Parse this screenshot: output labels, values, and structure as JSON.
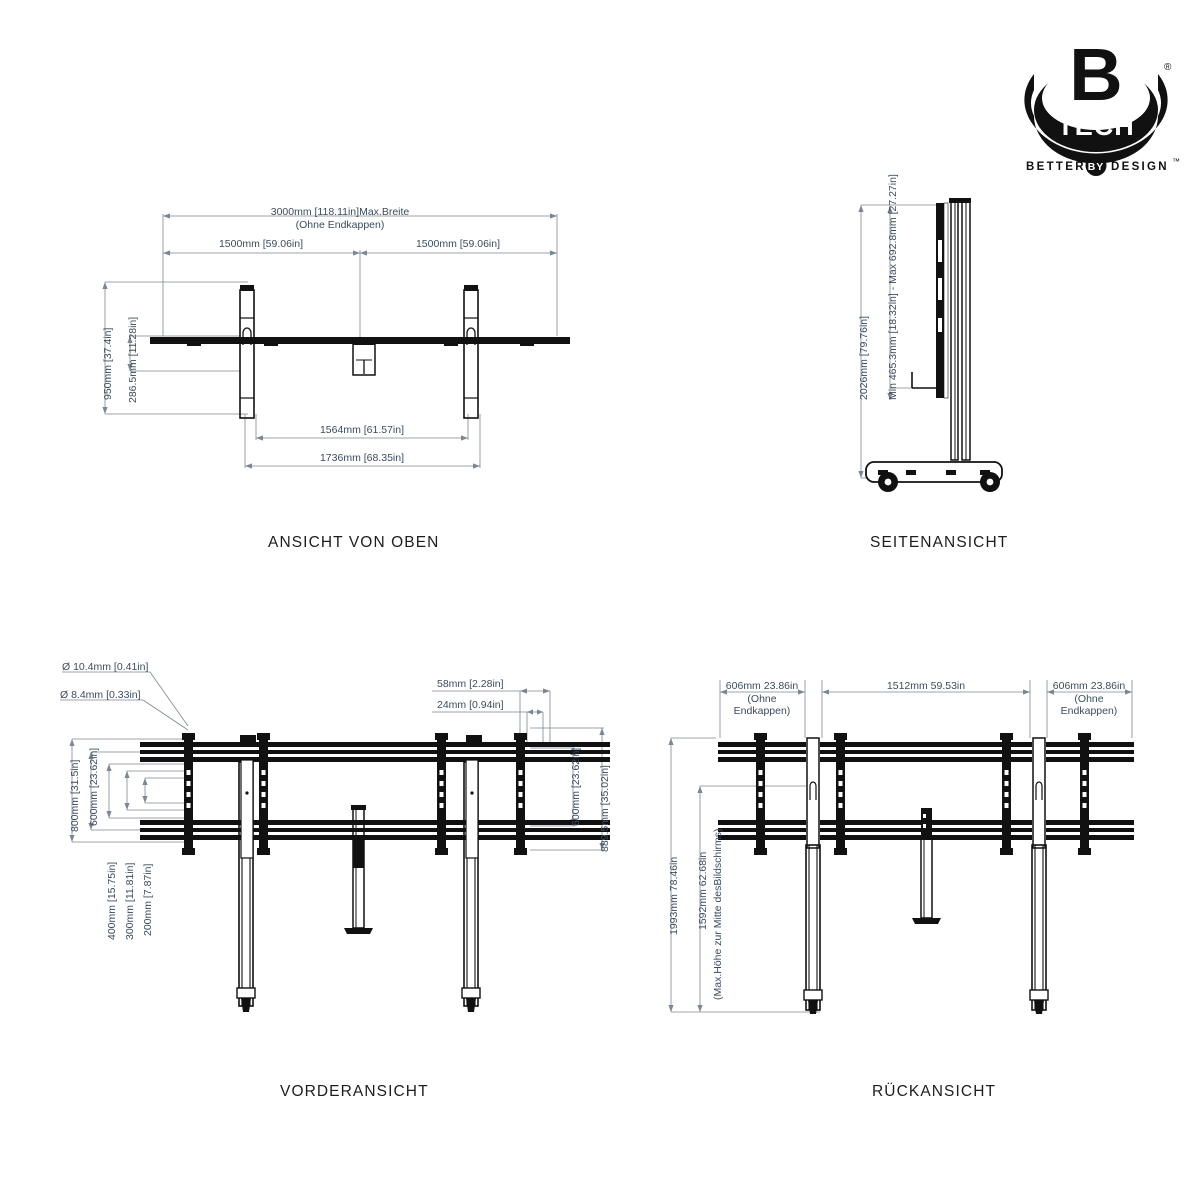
{
  "brand": {
    "logo_name": "b-tech-logo",
    "letter": "B",
    "word": "TECH",
    "tagline_1": "BETTER",
    "tagline_by": "BY",
    "tagline_2": "DESIGN",
    "registered": "®",
    "trademark": "™"
  },
  "colors": {
    "dimension_text": "#3b4c5e",
    "dimension_line": "#7b8794",
    "drawing_line": "#111111",
    "caption_text": "#1d1d1d",
    "background": "#ffffff"
  },
  "views": {
    "top": {
      "caption": "ANSICHT VON OBEN",
      "dimensions": {
        "overall_width_line1": "3000mm [118.11in]Max.Breite",
        "overall_width_line2": "(Ohne Endkappen)",
        "half_width_left": "1500mm [59.06in]",
        "half_width_right": "1500mm [59.06in]",
        "depth_total": "950mm [37.4in]",
        "depth_inner": "286.5mm [11.28in]",
        "foot_spacing_inner": "1564mm [61.57in]",
        "foot_spacing_outer": "1736mm [68.35in]"
      }
    },
    "side": {
      "caption": "SEITENANSICHT",
      "dimensions": {
        "overall_height": "2026mm [79.76in]",
        "depth_range": "Min 465.3mm [18.32in] - Max 692.8mm [27.27in]"
      }
    },
    "front": {
      "caption": "VORDERANSICHT",
      "dimensions": {
        "hole_dia_large": "Ø 10.4mm [0.41in]",
        "hole_dia_small": "Ø 8.4mm [0.33in]",
        "vesa_800": "800mm [31.5in]",
        "vesa_600": "600mm [23.62in]",
        "vesa_400": "400mm [15.75in]",
        "vesa_300": "300mm [11.81in]",
        "vesa_200": "200mm [7.87in]",
        "rail_gap_58": "58mm [2.28in]",
        "rail_gap_24": "24mm [0.94in]",
        "right_600": "600mm  [23.62in]",
        "right_889": "889.5mm  [35.02in]"
      }
    },
    "rear": {
      "caption": "RÜCKANSICHT",
      "dimensions": {
        "side_panel_left_l1": "606mm 23.86in",
        "side_panel_left_l2": "(Ohne",
        "side_panel_left_l3": "Endkappen)",
        "center_panel": "1512mm 59.53in",
        "side_panel_right_l1": "606mm 23.86in",
        "side_panel_right_l2": "(Ohne",
        "side_panel_right_l3": "Endkappen)",
        "total_height": "1993mm 78.46in",
        "screen_centre_height": "1592mm 62.68in",
        "screen_centre_note": "(Max.Höhe zur Mitte desBildschirms)"
      }
    }
  }
}
